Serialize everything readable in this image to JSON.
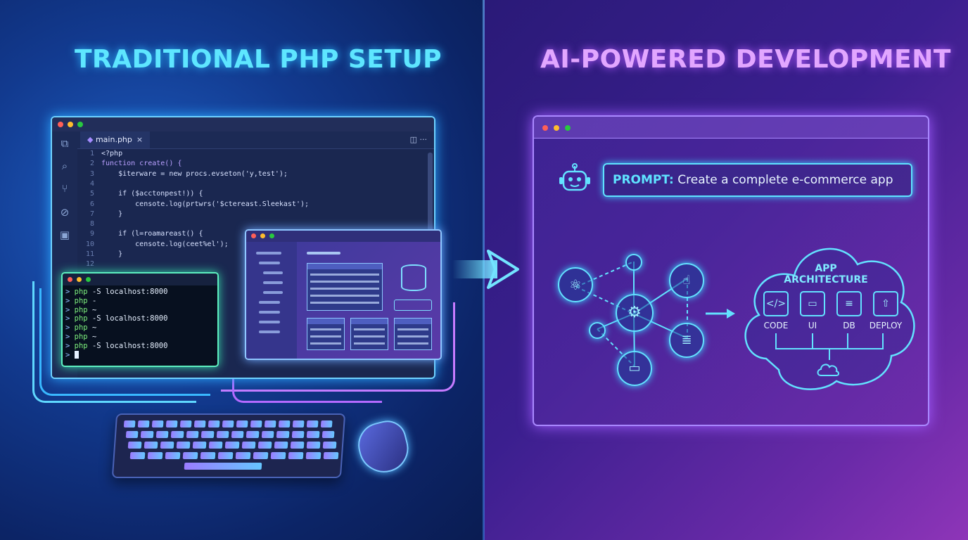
{
  "left": {
    "title": "TRADITIONAL PHP SETUP",
    "ide": {
      "tab_label": "main.php",
      "tab_close": "×",
      "tab_tools": "◫   ···",
      "code_lines": [
        {
          "n": "1",
          "t": "<?php"
        },
        {
          "n": "2",
          "t": "function create() {"
        },
        {
          "n": "3",
          "t": "    $iterware = new procs.evseton('y,test');"
        },
        {
          "n": "4",
          "t": ""
        },
        {
          "n": "5",
          "t": "    if ($acctonpest!)) {"
        },
        {
          "n": "6",
          "t": "        censote.log(prtwrs('$ctereast.Sleekast');"
        },
        {
          "n": "7",
          "t": "    }"
        },
        {
          "n": "8",
          "t": ""
        },
        {
          "n": "9",
          "t": "    if (l=roamareast() {"
        },
        {
          "n": "10",
          "t": "        censote.log(ceet%el');"
        },
        {
          "n": "11",
          "t": "    }"
        },
        {
          "n": "12",
          "t": ""
        }
      ]
    },
    "terminal": {
      "lines": [
        {
          "prompt": ">",
          "cmd": "php",
          "rest": " -S localhost:8000"
        },
        {
          "prompt": ">",
          "cmd": "php",
          "rest": " -"
        },
        {
          "prompt": ">",
          "cmd": "php",
          "rest": " ~"
        },
        {
          "prompt": ">",
          "cmd": "php",
          "rest": " -S localhost:8000"
        },
        {
          "prompt": ">",
          "cmd": "php",
          "rest": " ~"
        },
        {
          "prompt": ">",
          "cmd": "php",
          "rest": " ~"
        },
        {
          "prompt": ">",
          "cmd": "php",
          "rest": " -S localhost:8000"
        },
        {
          "prompt": ">",
          "cmd": "",
          "rest": ""
        }
      ]
    }
  },
  "right": {
    "title": "AI-POWERED DEVELOPMENT",
    "prompt_label": "PROMPT:",
    "prompt_text": " Create a complete e-commerce app",
    "cloud_title": "APP ARCHITECTURE",
    "components": [
      {
        "label": "CODE",
        "icon": "</>"
      },
      {
        "label": "UI",
        "icon": "▭"
      },
      {
        "label": "DB",
        "icon": "≡"
      },
      {
        "label": "DEPLOY",
        "icon": "⇧"
      }
    ]
  },
  "colors": {
    "cyan": "#5ee6ff",
    "violet": "#e2a6ff",
    "terminal_green": "#7df07d"
  }
}
